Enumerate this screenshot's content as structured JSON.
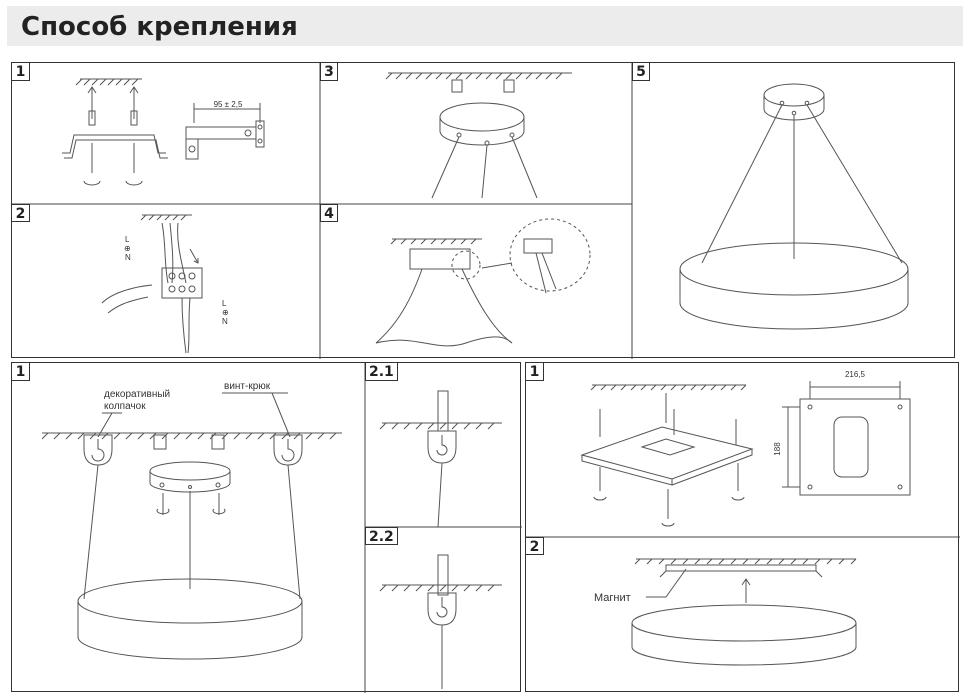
{
  "title": "Способ крепления",
  "top_panel": {
    "steps": [
      "1",
      "2",
      "3",
      "4",
      "5"
    ],
    "dimension_label": "95 ± 2,5",
    "wire_labels_top": [
      "L",
      "⊕",
      "N"
    ],
    "wire_labels_bottom": [
      "L",
      "⊕",
      "N"
    ]
  },
  "hook_panel": {
    "steps": [
      "1",
      "2.1",
      "2.2"
    ],
    "label_cap": "декоративный колпачок",
    "label_cap_line1": "декоративный",
    "label_cap_line2": "колпачок",
    "label_hook": "винт-крюк"
  },
  "magnet_panel": {
    "steps": [
      "1",
      "2"
    ],
    "dim_width": "216,5",
    "dim_height": "188",
    "label_magnet": "Магнит"
  }
}
